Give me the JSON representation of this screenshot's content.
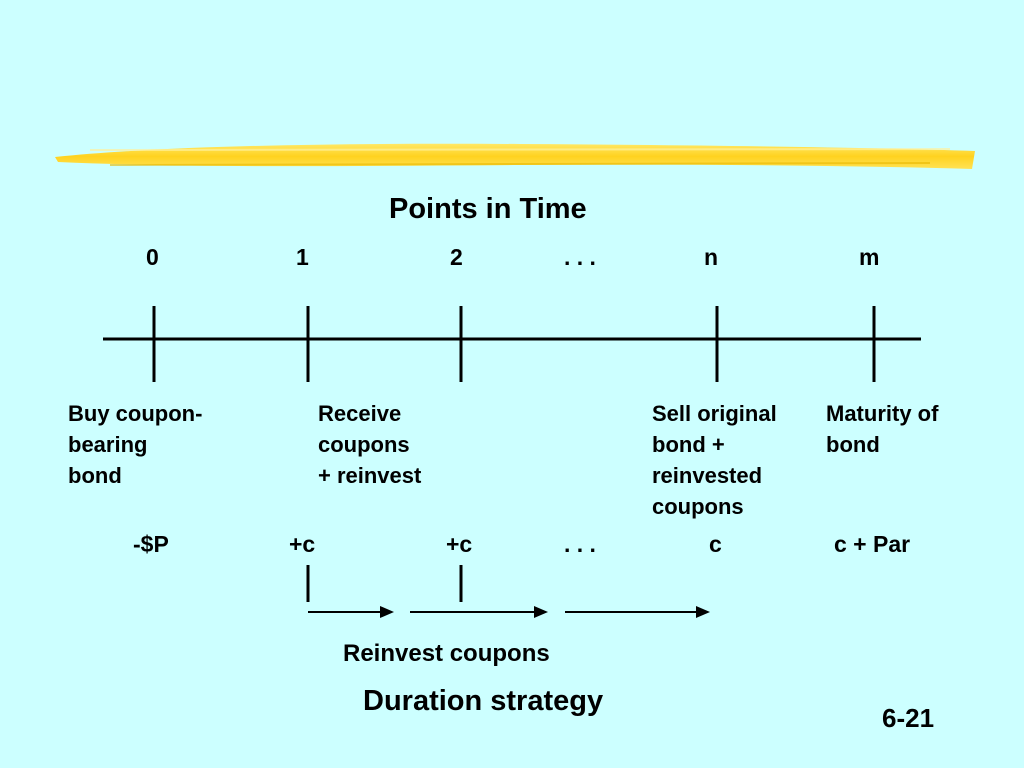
{
  "title": "Points in Time",
  "time_points": [
    "0",
    "1",
    "2",
    ". . .",
    "n",
    "m"
  ],
  "events": {
    "buy": "Buy coupon-\nbearing\nbond",
    "receive": "Receive\ncoupons\n+ reinvest",
    "sell": "Sell original\nbond +\nreinvested\ncoupons",
    "maturity": "Maturity of\nbond"
  },
  "cash_flows": [
    "-$P",
    "+c",
    "+c",
    ". . .",
    "c",
    "c + Par"
  ],
  "reinvest_label": "Reinvest coupons",
  "subtitle": "Duration strategy",
  "slide_number": "6-21",
  "colors": {
    "background": "#ccffff",
    "highlight": "#ffdd33"
  }
}
